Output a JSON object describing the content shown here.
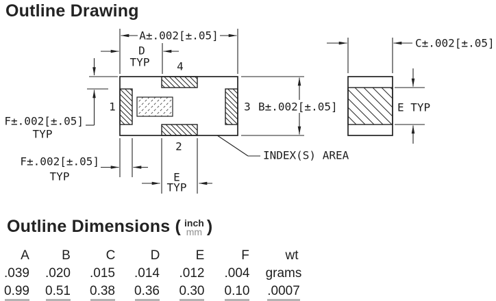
{
  "title": "Outline Drawing",
  "drawing": {
    "dim_a": "A±.002[±.05]",
    "dim_b": "B±.002[±.05]",
    "dim_c": "C±.002[±.05]",
    "dim_f_upper": "F±.002[±.05]",
    "dim_f_lower": "F±.002[±.05]",
    "typ": "TYP",
    "label_d": "D",
    "label_e": "E",
    "label_e_side": "E TYP",
    "pad_1": "1",
    "pad_2": "2",
    "pad_3": "3",
    "pad_4": "4",
    "index_label": "INDEX(S) AREA",
    "line_color": "#222222"
  },
  "dimensions_section": {
    "heading": "Outline Dimensions (",
    "unit_top": "inch",
    "unit_bottom": "mm",
    "heading_close": ")",
    "table": {
      "headers": [
        "A",
        "B",
        "C",
        "D",
        "E",
        "F",
        "wt"
      ],
      "row_inch": [
        ".039",
        ".020",
        ".015",
        ".014",
        ".012",
        ".004",
        "grams"
      ],
      "row_mm": [
        "0.99",
        "0.51",
        "0.38",
        "0.36",
        "0.30",
        "0.10",
        ".0007"
      ]
    }
  }
}
